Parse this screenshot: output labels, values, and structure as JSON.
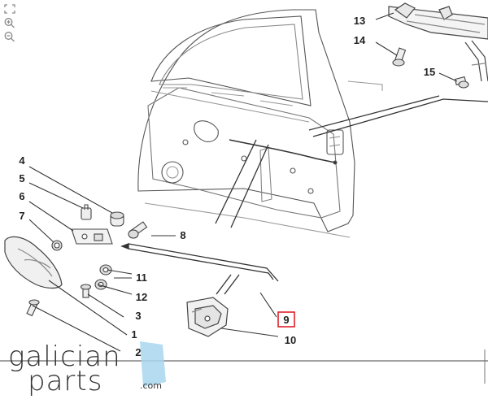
{
  "toolbar": {
    "tools": [
      {
        "name": "fullscreen",
        "icon": "expand-icon"
      },
      {
        "name": "zoom-in",
        "icon": "zoom-in-icon"
      },
      {
        "name": "zoom-out",
        "icon": "zoom-out-icon"
      }
    ]
  },
  "callouts": {
    "c1": "1",
    "c2": "2",
    "c3": "3",
    "c4": "4",
    "c5": "5",
    "c6": "6",
    "c7": "7",
    "c8": "8",
    "c9": "9",
    "c10": "10",
    "c11": "11",
    "c12": "12",
    "c13": "13",
    "c14": "14",
    "c15": "15"
  },
  "highlight": {
    "part": "9",
    "color": "#e0202a"
  },
  "logo": {
    "line1": "galician",
    "line2": "parts",
    "suffix": ".com",
    "accent_color": "#a8d6ee"
  }
}
